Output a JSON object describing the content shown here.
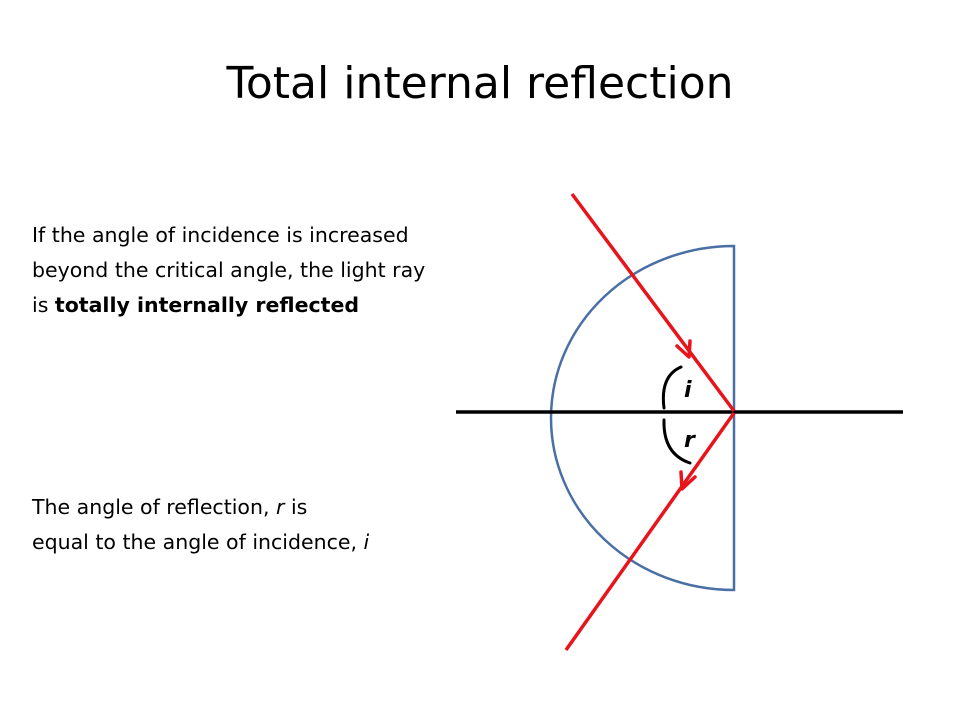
{
  "slide": {
    "title": "Total internal reflection"
  },
  "intro": {
    "line1": "If the angle of incidence is increased",
    "line2": "beyond the critical angle, the light ray",
    "line3_prefix": "is ",
    "line3_bold": "totally internally reflected"
  },
  "conclusion": {
    "line1_prefix": "The angle of reflection, ",
    "line1_italic": "r",
    "line1_suffix": " is",
    "line2_prefix": "equal to the angle of incidence, ",
    "line2_italic": "i"
  },
  "diagram": {
    "incidence_label": "i",
    "reflection_label": "r",
    "colors": {
      "block_outline": "#4a6fa5",
      "ray": "#e8141c",
      "normal": "#000000",
      "angle_arc": "#000000"
    }
  }
}
